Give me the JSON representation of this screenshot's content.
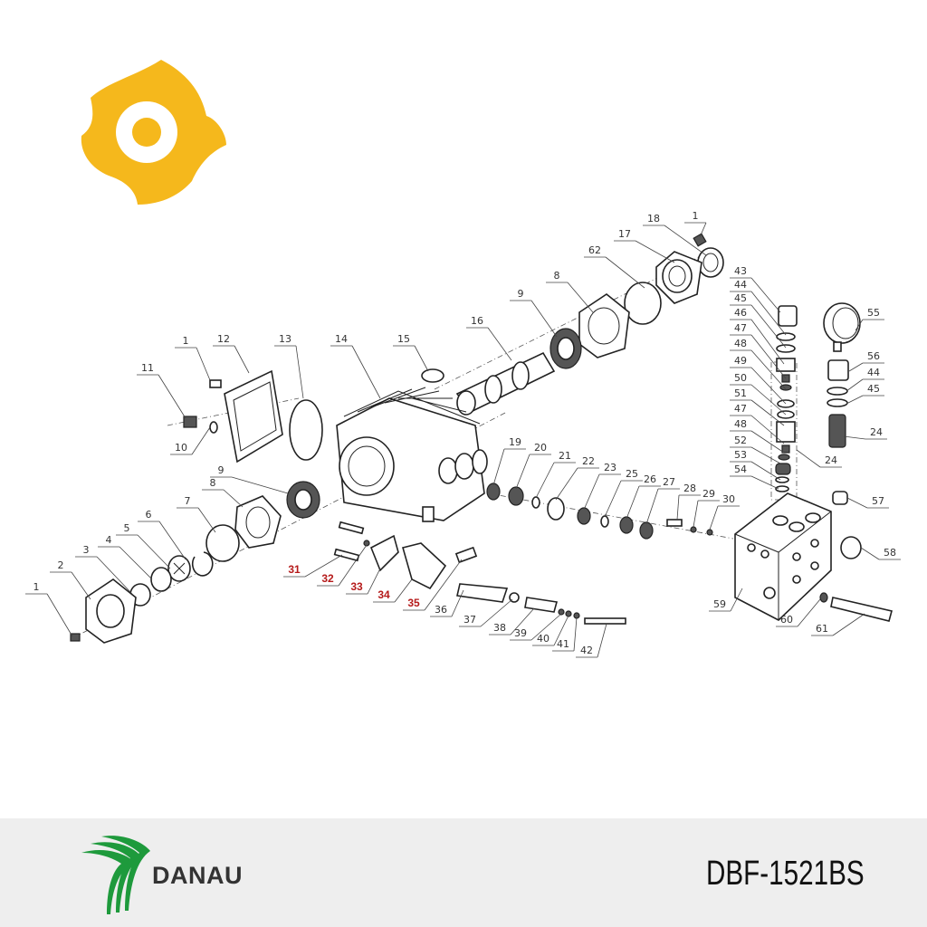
{
  "brand": {
    "name": "DANAU",
    "accent_green": "#1e9a3c",
    "sun_logo_color": "#f5b81c"
  },
  "model": "DBF-1521BS",
  "callouts": [
    {
      "n": "1"
    },
    {
      "n": "18"
    },
    {
      "n": "17"
    },
    {
      "n": "62"
    },
    {
      "n": "8"
    },
    {
      "n": "9"
    },
    {
      "n": "16"
    },
    {
      "n": "43"
    },
    {
      "n": "44"
    },
    {
      "n": "45"
    },
    {
      "n": "46"
    },
    {
      "n": "47"
    },
    {
      "n": "48"
    },
    {
      "n": "49"
    },
    {
      "n": "50"
    },
    {
      "n": "51"
    },
    {
      "n": "47"
    },
    {
      "n": "48"
    },
    {
      "n": "52"
    },
    {
      "n": "53"
    },
    {
      "n": "54"
    },
    {
      "n": "55"
    },
    {
      "n": "56"
    },
    {
      "n": "44"
    },
    {
      "n": "45"
    },
    {
      "n": "24"
    },
    {
      "n": "24"
    },
    {
      "n": "1"
    },
    {
      "n": "12"
    },
    {
      "n": "13"
    },
    {
      "n": "14"
    },
    {
      "n": "15"
    },
    {
      "n": "11"
    },
    {
      "n": "10"
    },
    {
      "n": "9"
    },
    {
      "n": "8"
    },
    {
      "n": "7"
    },
    {
      "n": "6"
    },
    {
      "n": "5"
    },
    {
      "n": "4"
    },
    {
      "n": "3"
    },
    {
      "n": "2"
    },
    {
      "n": "1"
    },
    {
      "n": "19"
    },
    {
      "n": "20"
    },
    {
      "n": "21"
    },
    {
      "n": "22"
    },
    {
      "n": "23"
    },
    {
      "n": "25"
    },
    {
      "n": "26"
    },
    {
      "n": "27"
    },
    {
      "n": "28"
    },
    {
      "n": "29"
    },
    {
      "n": "30"
    },
    {
      "n": "31",
      "highlight": true
    },
    {
      "n": "32",
      "highlight": true
    },
    {
      "n": "33",
      "highlight": true
    },
    {
      "n": "34",
      "highlight": true
    },
    {
      "n": "35",
      "highlight": true
    },
    {
      "n": "36"
    },
    {
      "n": "37"
    },
    {
      "n": "38"
    },
    {
      "n": "39"
    },
    {
      "n": "40"
    },
    {
      "n": "41"
    },
    {
      "n": "42"
    },
    {
      "n": "57"
    },
    {
      "n": "58"
    },
    {
      "n": "59"
    },
    {
      "n": "60"
    },
    {
      "n": "61"
    }
  ]
}
